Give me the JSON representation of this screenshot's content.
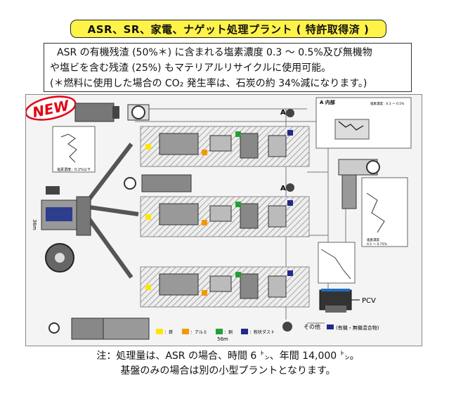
{
  "title": "ASR、SR、家電、ナゲット処理プラント ( 特許取得済 )",
  "description": {
    "line1": "ASR の有機残渣 (50%＊) に含まれる塩素濃度 0.3 ～ 0.5%及び無機物",
    "line2": "や塩ビを含む残渣 (25%) もマテリアルリサイクルに使用可能。",
    "line3": "(＊燃料に使用した場合の CO₂ 発生率は、石炭の約 34%減になります。)"
  },
  "diagram": {
    "badge": "NEW",
    "marker_a": "A",
    "inset_top_title": "A 内部",
    "inset_top_caption": "塩素濃度：0.3 ～ 0.5%",
    "inset_left_caption": "塩素濃度：0.2%以下",
    "inset_right_caption_1": "塩素濃度",
    "inset_right_caption_2": "0.5 ～ 0.75%",
    "dim_vertical": "36m",
    "dim_horizontal": "56m",
    "pcv_label": "PCV",
    "other_label": "その他",
    "other_desc": "(有機・無機混合物)",
    "legend": [
      {
        "label": "：鉄",
        "color": "#ffe600"
      },
      {
        "label": "：アルミ",
        "color": "#f39800"
      },
      {
        "label": "：銅",
        "color": "#22a038"
      },
      {
        "label": "：粉状ダスト",
        "color": "#1f2a8c"
      }
    ]
  },
  "notes": {
    "line1": "注：処理量は、ASR の場合、時間 6 ㌧、年間 14,000 ㌧。",
    "line2": "基盤のみの場合は別の小型プラントとなります。"
  }
}
